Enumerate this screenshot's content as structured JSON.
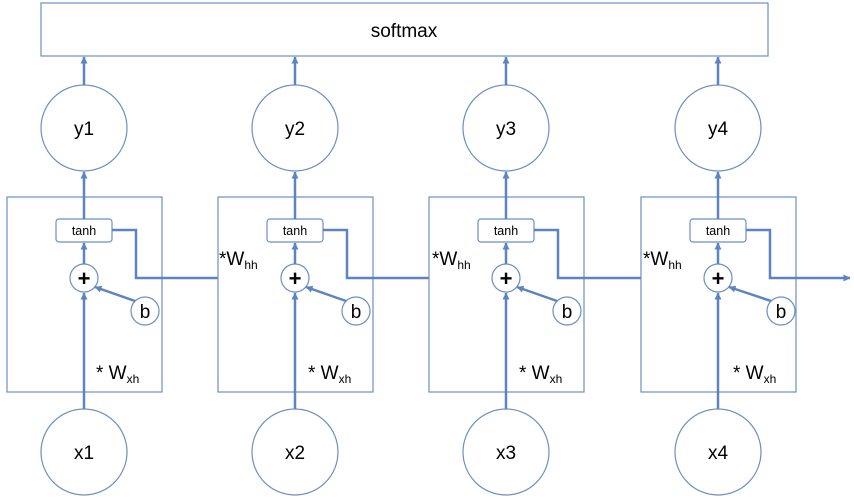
{
  "colors": {
    "stroke": "#6b8fc2",
    "arrow": "#5b84c0",
    "text": "#000000",
    "fill": "#ffffff"
  },
  "softmax": {
    "label": "softmax"
  },
  "cells": [
    {
      "output": "y1",
      "activation": "tanh",
      "add_symbol": "+",
      "bias": "b",
      "input": "x1",
      "input_weight": {
        "prefix": "* W",
        "sub": "xh"
      },
      "recurrent_weight": null
    },
    {
      "output": "y2",
      "activation": "tanh",
      "add_symbol": "+",
      "bias": "b",
      "input": "x2",
      "input_weight": {
        "prefix": "* W",
        "sub": "xh"
      },
      "recurrent_weight": {
        "prefix": "*W",
        "sub": "hh"
      }
    },
    {
      "output": "y3",
      "activation": "tanh",
      "add_symbol": "+",
      "bias": "b",
      "input": "x3",
      "input_weight": {
        "prefix": "* W",
        "sub": "xh"
      },
      "recurrent_weight": {
        "prefix": "*W",
        "sub": "hh"
      }
    },
    {
      "output": "y4",
      "activation": "tanh",
      "add_symbol": "+",
      "bias": "b",
      "input": "x4",
      "input_weight": {
        "prefix": "* W",
        "sub": "xh"
      },
      "recurrent_weight": {
        "prefix": "*W",
        "sub": "hh"
      }
    }
  ]
}
